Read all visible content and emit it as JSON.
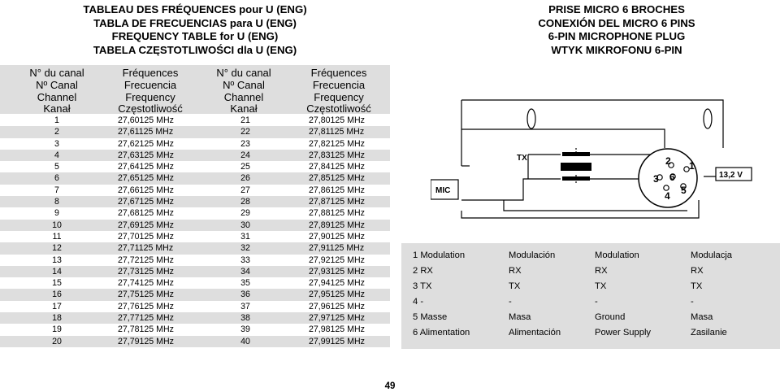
{
  "left_title": [
    "TABLEAU DES FRÉQUENCES pour U (ENG)",
    "TABLA DE FRECUENCIAS para U (ENG)",
    "FREQUENCY TABLE for U (ENG)",
    "TABELA CZĘSTOTLIWOŚCI dla U (ENG)"
  ],
  "freq_table": {
    "headers": [
      [
        "N° du canal",
        "Nº Canal",
        "Channel",
        "Kanał"
      ],
      [
        "Fréquences",
        "Frecuencia",
        "Frequency",
        "Częstotliwość"
      ],
      [
        "N° du canal",
        "Nº Canal",
        "Channel",
        "Kanał"
      ],
      [
        "Fréquences",
        "Frecuencia",
        "Frequency",
        "Częstotliwość"
      ]
    ],
    "rows": [
      [
        "1",
        "27,60125 MHz",
        "21",
        "27,80125 MHz"
      ],
      [
        "2",
        "27,61125 MHz",
        "22",
        "27,81125 MHz"
      ],
      [
        "3",
        "27,62125 MHz",
        "23",
        "27,82125 MHz"
      ],
      [
        "4",
        "27,63125 MHz",
        "24",
        "27,83125 MHz"
      ],
      [
        "5",
        "27,64125 MHz",
        "25",
        "27,84125 MHz"
      ],
      [
        "6",
        "27,65125 MHz",
        "26",
        "27,85125 MHz"
      ],
      [
        "7",
        "27,66125 MHz",
        "27",
        "27,86125 MHz"
      ],
      [
        "8",
        "27,67125 MHz",
        "28",
        "27,87125 MHz"
      ],
      [
        "9",
        "27,68125 MHz",
        "29",
        "27,88125 MHz"
      ],
      [
        "10",
        "27,69125 MHz",
        "30",
        "27,89125 MHz"
      ],
      [
        "11",
        "27,70125 MHz",
        "31",
        "27,90125 MHz"
      ],
      [
        "12",
        "27,71125 MHz",
        "32",
        "27,91125 MHz"
      ],
      [
        "13",
        "27,72125 MHz",
        "33",
        "27,92125 MHz"
      ],
      [
        "14",
        "27,73125 MHz",
        "34",
        "27,93125 MHz"
      ],
      [
        "15",
        "27,74125 MHz",
        "35",
        "27,94125 MHz"
      ],
      [
        "16",
        "27,75125 MHz",
        "36",
        "27,95125 MHz"
      ],
      [
        "17",
        "27,76125 MHz",
        "37",
        "27,96125 MHz"
      ],
      [
        "18",
        "27,77125 MHz",
        "38",
        "27,97125 MHz"
      ],
      [
        "19",
        "27,78125 MHz",
        "39",
        "27,98125 MHz"
      ],
      [
        "20",
        "27,79125 MHz",
        "40",
        "27,99125 MHz"
      ]
    ]
  },
  "right_title": [
    "PRISE MICRO 6 BROCHES",
    "CONEXIÓN DEL MICRO 6 PINS",
    "6-PIN MICROPHONE PLUG",
    "WTYK MIKROFONU 6-PIN"
  ],
  "diagram": {
    "mic_label": "MIC",
    "tx_label": "TX",
    "voltage_label": "13,2 V",
    "pin_labels": [
      "1",
      "2",
      "3",
      "4",
      "5",
      "6"
    ]
  },
  "pin_table": [
    [
      "1 Modulation",
      "Modulación",
      "Modulation",
      "Modulacja"
    ],
    [
      "2 RX",
      "RX",
      "RX",
      "RX"
    ],
    [
      "3 TX",
      "TX",
      "TX",
      "TX"
    ],
    [
      "4 -",
      "-",
      "-",
      "-"
    ],
    [
      "5 Masse",
      "Masa",
      "Ground",
      "Masa"
    ],
    [
      "6 Alimentation",
      "Alimentación",
      "Power Supply",
      "Zasilanie"
    ]
  ],
  "page_number": "49",
  "colors": {
    "shade": "#dedede",
    "ink": "#000000"
  }
}
